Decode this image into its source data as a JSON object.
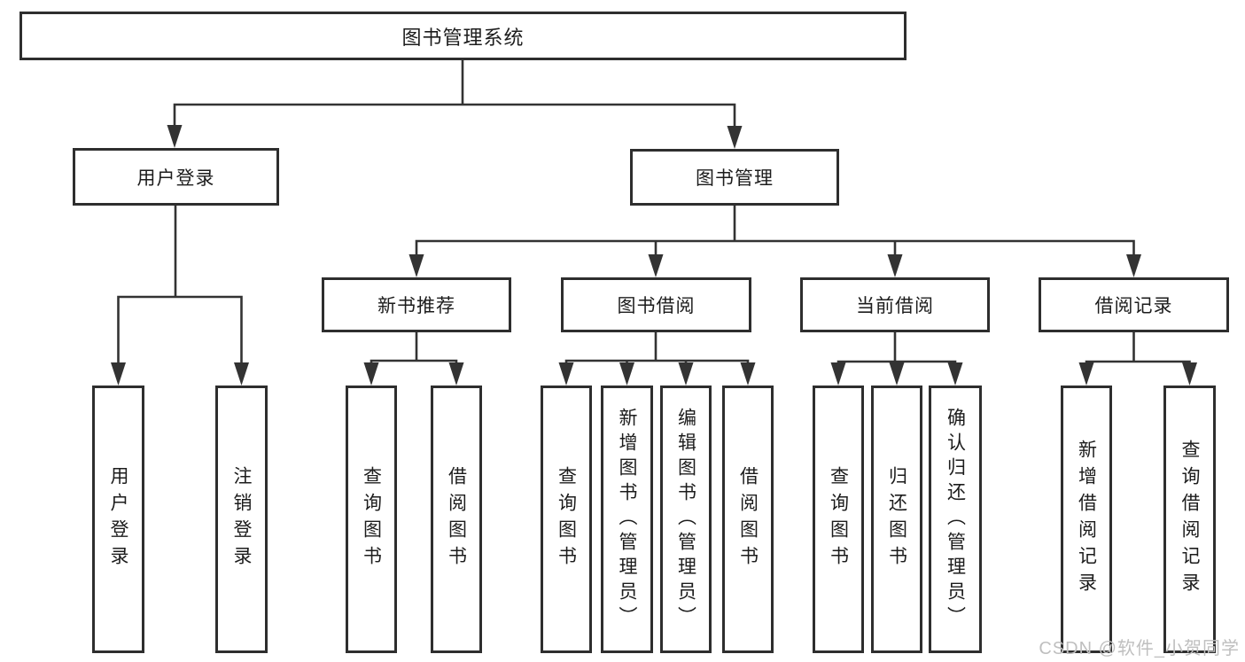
{
  "diagram": {
    "nodes": {
      "root": "图书管理系统",
      "user_login": "用户登录",
      "book_mgmt": "图书管理",
      "new_book_rec": "新书推荐",
      "book_borrow": "图书借阅",
      "current_borrow": "当前借阅",
      "borrow_records": "借阅记录",
      "ul_login": "用户登录",
      "ul_logout": "注销登录",
      "nbr_query_book": "查询图书",
      "nbr_borrow_book": "借阅图书",
      "bb_query_book": "查询图书",
      "bb_add_book": "新增图书（管理员）",
      "bb_edit_book": "编辑图书（管理员）",
      "bb_borrow_book": "借阅图书",
      "cb_query_book": "查询图书",
      "cb_return_book": "归还图书",
      "cb_confirm_return": "确认归还（管理员）",
      "br_new_record": "新增借阅记录",
      "br_query_record": "查询借阅记录"
    },
    "hierarchy": {
      "图书管理系统": {
        "用户登录": [
          "用户登录",
          "注销登录"
        ],
        "图书管理": {
          "新书推荐": [
            "查询图书",
            "借阅图书"
          ],
          "图书借阅": [
            "查询图书",
            "新增图书（管理员）",
            "编辑图书（管理员）",
            "借阅图书"
          ],
          "当前借阅": [
            "查询图书",
            "归还图书",
            "确认归还（管理员）"
          ],
          "借阅记录": [
            "新增借阅记录",
            "查询借阅记录"
          ]
        }
      }
    },
    "colors": {
      "line": "#333333",
      "box_border": "#2e2e2e",
      "text": "#1c1c1c",
      "watermark": "#bfbfbf",
      "background": "#ffffff"
    }
  },
  "watermark": "CSDN @软件_小贺同学"
}
